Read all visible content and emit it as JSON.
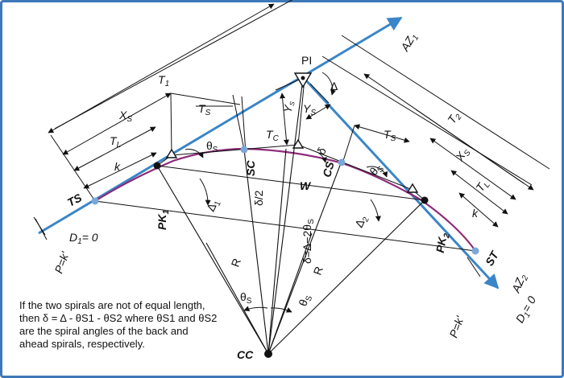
{
  "colors": {
    "tangent": "#3a86c8",
    "curve": "#8e2a7a",
    "line": "#111111",
    "frame": "#3e78b8",
    "point": "#7aa7d8"
  },
  "labels": {
    "TS": "TS",
    "SC": "SC",
    "CS": "CS",
    "ST": "ST",
    "PI": "PI",
    "CC": "CC",
    "PK1": "PK",
    "PK1_sub": "1",
    "PK2": "PK",
    "PK2_sub": "2",
    "AZ1": "AZ",
    "AZ1_sub": "1",
    "AZ2": "AZ",
    "AZ2_sub": "2",
    "T1": "T",
    "T1_sub": "1",
    "T2": "T",
    "T2_sub": "2",
    "Xs": "X",
    "Xs_sub": "S",
    "Xs2": "X",
    "Xs2_sub": "S",
    "TL": "T",
    "TL_sub": "L",
    "TL2": "T",
    "TL2_sub": "L",
    "k": "k",
    "k2": "k",
    "Ts": "T",
    "Ts_sub": "S",
    "Ts2": "T",
    "Ts2_sub": "S",
    "Tc": "T",
    "Tc_sub": "C",
    "Ys": "Y",
    "Ys_sub": "S",
    "Ys2": "Y",
    "Ys2_sub": "S",
    "Delta": "Δ",
    "Delta1": "Δ",
    "Delta1_sub": "1",
    "Delta2": "Δ",
    "Delta2_sub": "2",
    "thetaS": "θ",
    "thetaS_sub": "S",
    "thetaS2": "θ",
    "thetaS2_sub": "S",
    "thetaS3": "θ",
    "thetaS3_sub": "S",
    "thetaS4": "θ",
    "thetaS4_sub": "S",
    "delta_small": "δ",
    "delta_half": "δ/2",
    "delta_formula": "δ=Δ−2θ",
    "delta_formula_sub": "S",
    "W": "W",
    "R": "R",
    "R2": "R",
    "D1": "D",
    "D1_sub": "1",
    "D1_eq": "= 0",
    "D2": "D",
    "D2_sub": "1",
    "D2_eq": "= 0",
    "Pk1": "P=k'",
    "Pk2": "P=k'"
  },
  "note": {
    "line1": "If the two spirals are not of equal length,",
    "line2": "then δ = Δ - θS1 - θS2 where θS1 and  θS2",
    "line3": "are the spiral angles of the back and",
    "line4": "ahead spirals, respectively."
  }
}
